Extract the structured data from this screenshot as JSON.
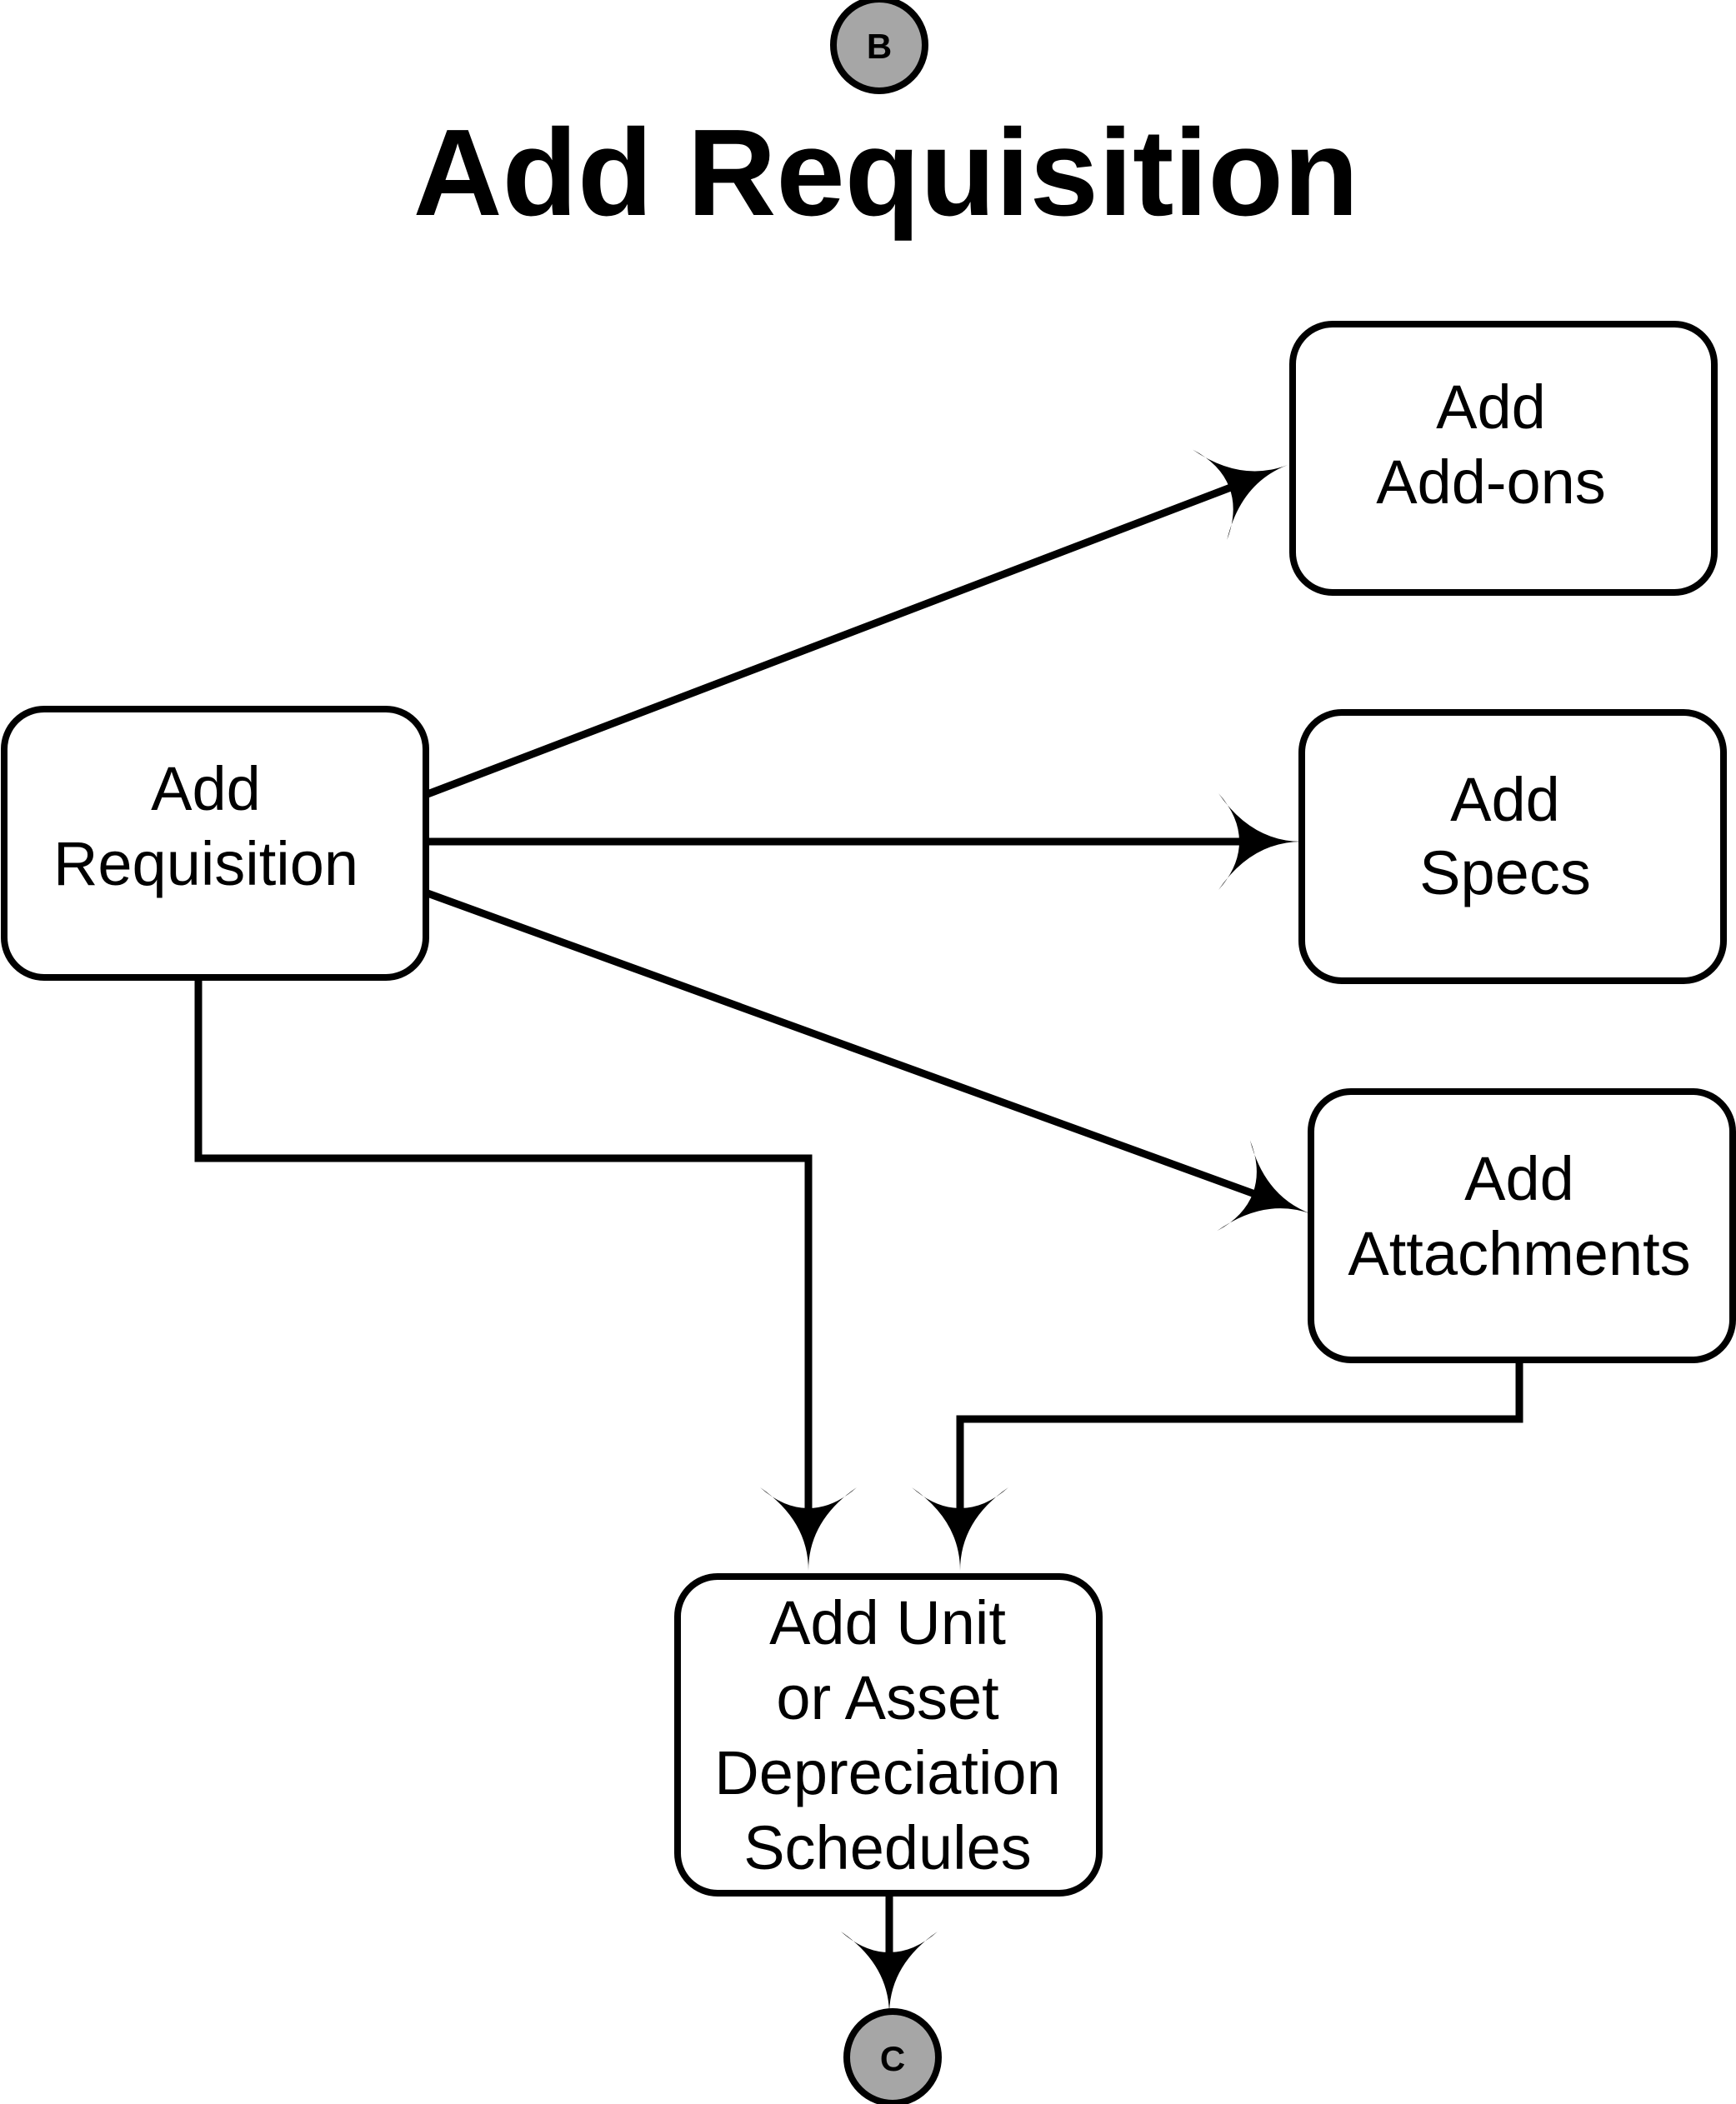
{
  "title": "Add Requisition",
  "connectors": {
    "top": "B",
    "bottom": "C"
  },
  "nodes": {
    "add_requisition": {
      "line1": "Add",
      "line2": "Requisition"
    },
    "add_addons": {
      "line1": "Add",
      "line2": "Add-ons"
    },
    "add_specs": {
      "line1": "Add",
      "line2": "Specs"
    },
    "add_attachments": {
      "line1": "Add",
      "line2": "Attachments"
    },
    "add_unit": {
      "line1": "Add Unit",
      "line2": "or Asset",
      "line3": "Depreciation",
      "line4": "Schedules"
    }
  },
  "colors": {
    "stroke": "#000000",
    "connector_fill": "#a6a6a6",
    "background": "#ffffff"
  }
}
